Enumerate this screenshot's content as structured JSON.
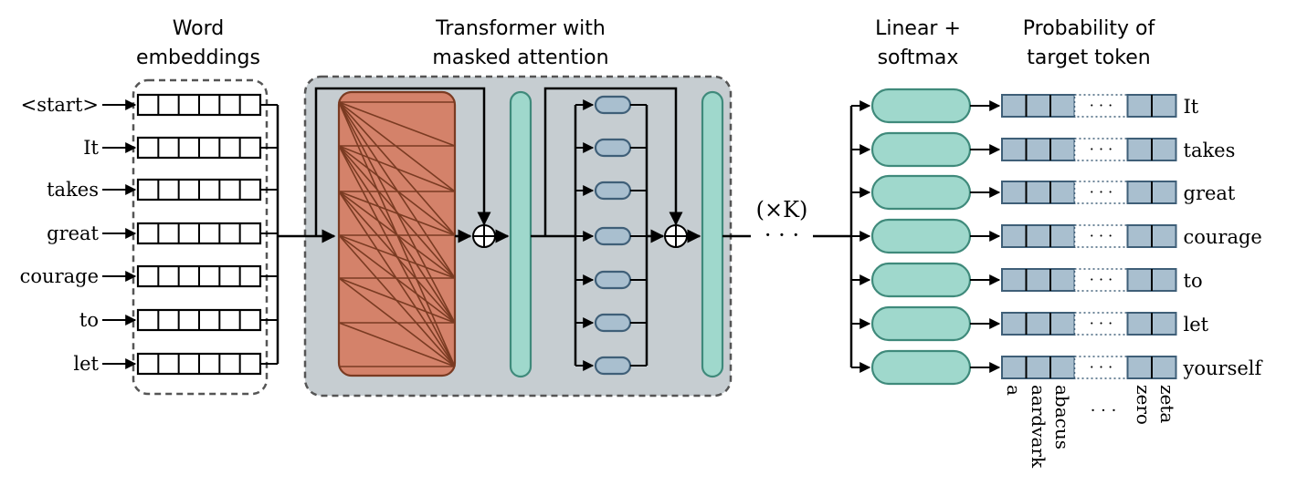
{
  "headers": {
    "embeddings": [
      "Word",
      "embeddings"
    ],
    "transformer": [
      "Transformer with",
      "masked attention"
    ],
    "linear": [
      "Linear +",
      "softmax"
    ],
    "probability": [
      "Probability of",
      "target token"
    ]
  },
  "input_tokens": [
    "<start>",
    "It",
    "takes",
    "great",
    "courage",
    "to",
    "let"
  ],
  "output_tokens": [
    "It",
    "takes",
    "great",
    "courage",
    "to",
    "let",
    "yourself"
  ],
  "repeat_label": "(×K)",
  "continuation": "· · ·",
  "vocab_ellipsis": "· · ·",
  "vocab_labels": [
    "a",
    "aardvark",
    "abacus",
    "zero",
    "zeta"
  ],
  "vocab_dots": "· · ·",
  "colors": {
    "attention": "#d4826a",
    "attention_lines": "#7a3b22",
    "norm": "#9fd8cc",
    "norm_stroke": "#3f8a7b",
    "mlp": "#a9bfcf",
    "mlp_stroke": "#3f5f78",
    "transformer_bg": "#c6cdd1",
    "prob": "#a9bfcf",
    "prob_stroke": "#3f5f78",
    "linear": "#9fd8cc",
    "linear_stroke": "#3f8a7b"
  }
}
